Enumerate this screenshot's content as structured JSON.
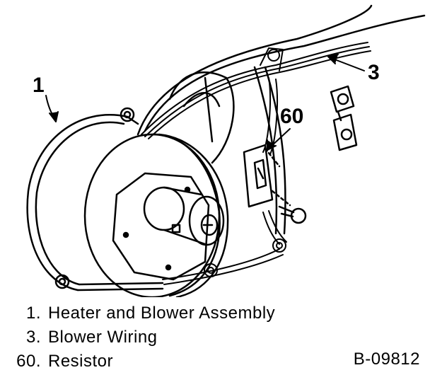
{
  "callouts": [
    {
      "id": "1",
      "text": "1"
    },
    {
      "id": "3",
      "text": "3"
    },
    {
      "id": "60",
      "text": "60"
    }
  ],
  "legend": [
    {
      "number": "1.",
      "label": "Heater and Blower Assembly"
    },
    {
      "number": "3.",
      "label": "Blower Wiring"
    },
    {
      "number": "60.",
      "label": "Resistor"
    }
  ],
  "figure_code": "B-09812"
}
